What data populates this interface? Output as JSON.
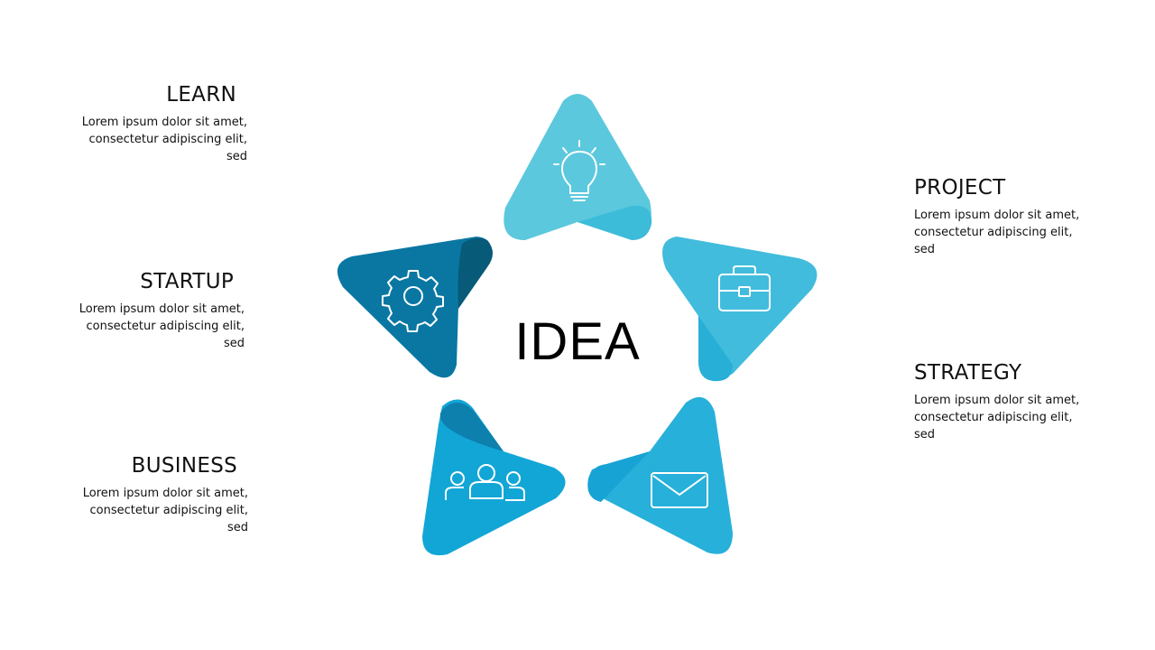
{
  "center_label": "IDEA",
  "colors": {
    "cyan_light": "#5bc8dd",
    "cyan_fold": "#3cbcd8",
    "sky": "#41bcdc",
    "sky_fold": "#28afd8",
    "navy": "#0a77a3",
    "navy_fold": "#075a78",
    "blue": "#12a6d6",
    "blue_fold": "#0d80ae",
    "aqua": "#27b0da",
    "aqua_fold": "#17a3d4"
  },
  "segments": [
    {
      "icon": "lightbulb-icon"
    },
    {
      "icon": "briefcase-icon"
    },
    {
      "icon": "envelope-icon"
    },
    {
      "icon": "people-icon"
    },
    {
      "icon": "gear-icon"
    }
  ],
  "blocks": {
    "learn": {
      "heading": "LEARN",
      "lines": [
        "Lorem ipsum dolor sit amet,",
        "consectetur adipiscing elit,",
        "sed"
      ]
    },
    "startup": {
      "heading": "STARTUP",
      "lines": [
        "Lorem ipsum dolor sit amet,",
        "consectetur adipiscing elit,",
        "sed"
      ]
    },
    "business": {
      "heading": "BUSINESS",
      "lines": [
        "Lorem ipsum dolor sit amet,",
        "consectetur adipiscing elit,",
        "sed"
      ]
    },
    "project": {
      "heading": "PROJECT",
      "lines": [
        "Lorem ipsum dolor sit amet,",
        "consectetur adipiscing elit,",
        "sed"
      ]
    },
    "strategy": {
      "heading": "STRATEGY",
      "lines": [
        "Lorem ipsum dolor sit amet,",
        "consectetur adipiscing elit,",
        "sed"
      ]
    }
  }
}
